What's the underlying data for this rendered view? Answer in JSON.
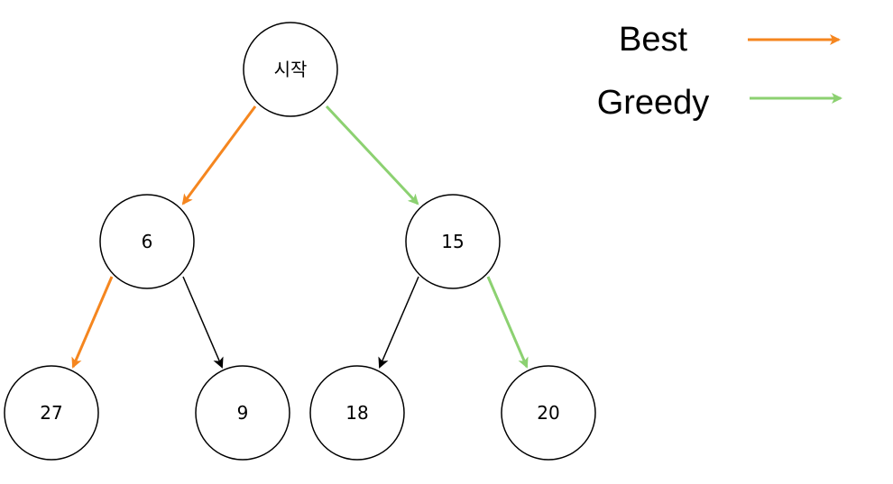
{
  "colors": {
    "best": "#f5861f",
    "greedy": "#8cd171",
    "default": "#000000",
    "node_fill": "#ffffff",
    "node_stroke": "#000000"
  },
  "nodes": {
    "start": "시작",
    "n6": "6",
    "n15": "15",
    "n27": "27",
    "n9": "9",
    "n18": "18",
    "n20": "20"
  },
  "legend": {
    "best": {
      "label": "Best",
      "color": "#f5861f"
    },
    "greedy": {
      "label": "Greedy",
      "color": "#8cd171"
    }
  }
}
